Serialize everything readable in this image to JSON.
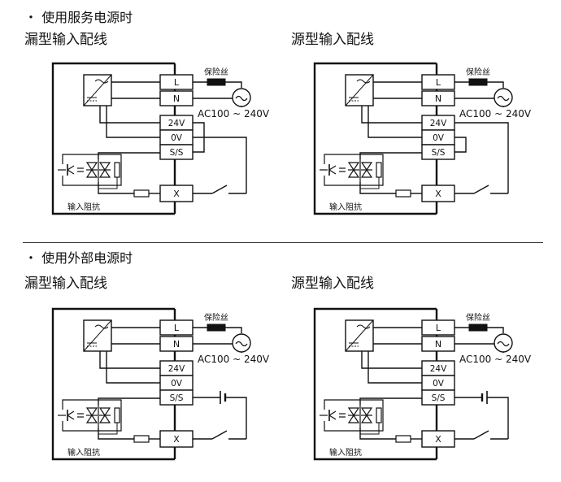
{
  "sections": [
    {
      "title": "・ 使用服务电源时",
      "diagrams": [
        {
          "subtitle": "漏型输入配线",
          "variant": "service-sink"
        },
        {
          "subtitle": "源型输入配线",
          "variant": "service-source"
        }
      ]
    },
    {
      "title": "・ 使用外部电源时",
      "diagrams": [
        {
          "subtitle": "漏型输入配线",
          "variant": "external-sink"
        },
        {
          "subtitle": "源型输入配线",
          "variant": "external-source"
        }
      ]
    }
  ],
  "labels": {
    "terminal_l": "L",
    "terminal_n": "N",
    "terminal_24v": "24V",
    "terminal_0v": "0V",
    "terminal_ss": "S/S",
    "terminal_x": "X",
    "fuse": "保险丝",
    "ac_supply": "AC100 ~ 240V",
    "input_impedance": "输入阻抗"
  }
}
